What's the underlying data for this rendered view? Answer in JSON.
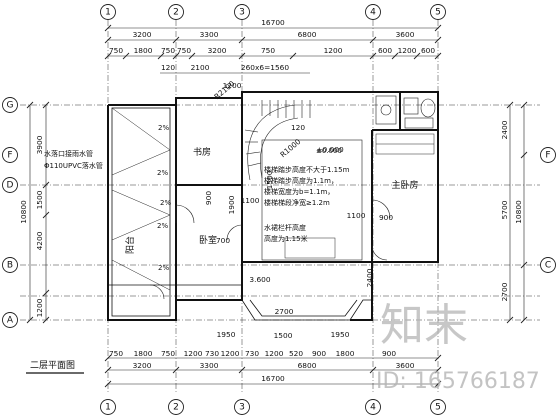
{
  "axes": {
    "top": [
      "1",
      "2",
      "3",
      "4",
      "5"
    ],
    "bottom": [
      "1",
      "2",
      "3",
      "4",
      "5"
    ],
    "left": [
      "G",
      "F",
      "D",
      "B",
      "A"
    ],
    "right": [
      "F",
      "C"
    ]
  },
  "dims": {
    "top_total": "16700",
    "top_row2": [
      "3200",
      "3300",
      "6800",
      "3600"
    ],
    "top_row3": [
      "750",
      "1800",
      "750",
      "750",
      "3200",
      "750",
      "1200",
      "600",
      "1200",
      "600"
    ],
    "top_row4": [
      "120",
      "2100",
      "260x6=1560"
    ],
    "bottom_row1": [
      "750",
      "1800",
      "750",
      "1200",
      "730",
      "1200",
      "730",
      "1200",
      "520",
      "900",
      "1800",
      "900"
    ],
    "bottom_row2": [
      "3200",
      "3300",
      "6800",
      "3600"
    ],
    "bottom_total": "16700",
    "left_outer": "10800",
    "left_inner": [
      "3900",
      "1500",
      "4200",
      "1200"
    ],
    "right_outer": "10800",
    "right_inner": [
      "2400",
      "5700",
      "2700"
    ],
    "misc": [
      "R2100",
      "R1000",
      "1900",
      "2700",
      "3.600",
      "±0.000",
      "1200",
      "120",
      "1500",
      "900",
      "1100",
      "1100",
      "2400",
      "900",
      "700",
      "1950",
      "1950",
      "1500"
    ]
  },
  "rooms": {
    "study": "书房",
    "balcony": "阳台",
    "bedroom": "卧室",
    "master": "主卧房",
    "slope_labels": [
      "2%",
      "2%",
      "2%",
      "2%",
      "2%"
    ]
  },
  "notes": {
    "pipe": [
      "水落口接雨水管",
      "Φ110UPVC落水管"
    ],
    "stair": [
      "楼梯踏步高度不大于1.15m",
      "楼梯踏步高度为1.1m，",
      "楼梯宽度为b=1.1m，",
      "楼梯梯段净宽≥1.2m"
    ],
    "rail": [
      "水裙栏杆高度",
      "高度为1.15米"
    ],
    "el": "±0.000"
  },
  "title": "二层平面图",
  "watermark": {
    "brand": "知末",
    "id": "ID: 165766187"
  },
  "colors": {
    "line": "#1a1a1a",
    "watermark": "#b4b4b4"
  }
}
